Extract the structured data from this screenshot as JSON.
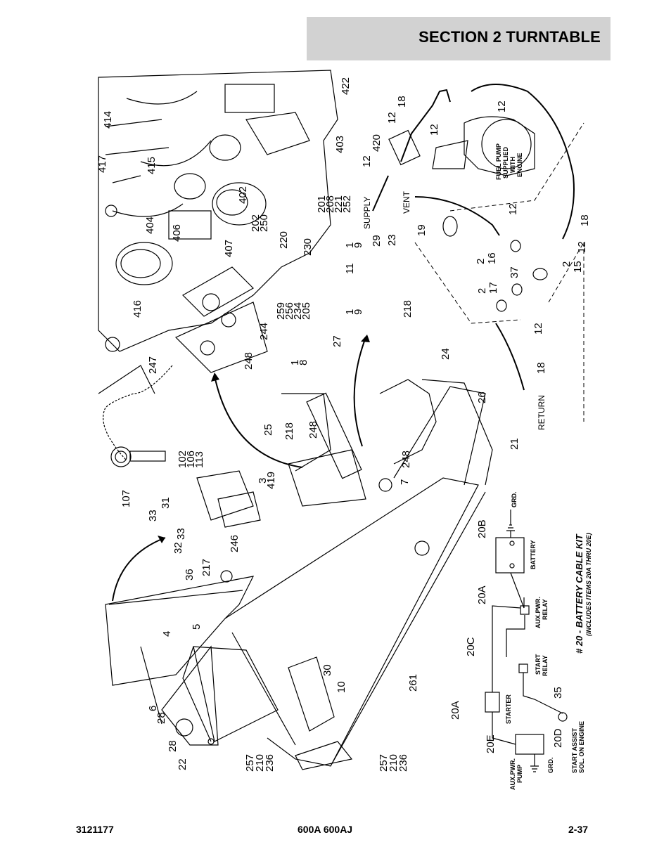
{
  "header": {
    "title": "SECTION 2   TURNTABLE"
  },
  "footer": {
    "doc_number": "3121177",
    "model": "600A 600AJ",
    "page": "2-37"
  },
  "callouts": {
    "c422": "422",
    "c414": "414",
    "c417": "417",
    "c415": "415",
    "c404": "404",
    "c406": "406",
    "c407": "407",
    "c402": "402",
    "c403": "403",
    "c201": "201",
    "c208": "208",
    "c221": "221",
    "c252": "252",
    "c202": "202",
    "c250": "250",
    "c220": "220",
    "c230": "230",
    "c416": "416",
    "c247": "247",
    "c248a": "248",
    "c244": "244",
    "c259": "259",
    "c256": "256",
    "c234": "234",
    "c205": "205",
    "c1a": "1",
    "c9a": "9",
    "c29": "29",
    "c23": "23",
    "c11": "11",
    "c1b": "1",
    "c9b": "9",
    "c218a": "218",
    "c27": "27",
    "c1c": "1",
    "c8": "8",
    "c24": "24",
    "c26": "26",
    "c25": "25",
    "c218b": "218",
    "c248b": "248",
    "c248c": "248",
    "c7": "7",
    "c21": "21",
    "c107": "107",
    "c102": "102",
    "c106": "106",
    "c113": "113",
    "c3": "3",
    "c419": "419",
    "c33a": "33",
    "c31": "31",
    "c32": "32",
    "c33b": "33",
    "c246": "246",
    "c36": "36",
    "c217": "217",
    "c5": "5",
    "c4": "4",
    "c6": "6",
    "c28a": "28",
    "c28b": "28",
    "c22": "22",
    "c30": "30",
    "c10": "10",
    "c261": "261",
    "c257a": "257",
    "c210a": "210",
    "c236a": "236",
    "c257b": "257",
    "c210b": "210",
    "c236b": "236",
    "c18a": "18",
    "c12a": "12",
    "c12b": "12",
    "c420": "420",
    "c12c": "12",
    "c12d": "12",
    "c19": "19",
    "c12e": "12",
    "c18b": "18",
    "c2a": "2",
    "c16": "16",
    "c37": "37",
    "c2b": "2",
    "c15": "15",
    "c12f": "12",
    "c2c": "2",
    "c17": "17",
    "c12g": "12",
    "c18c": "18",
    "c20a": "20A",
    "c20b": "20B",
    "c20a2": "20A",
    "c20c": "20C",
    "c20e": "20E",
    "c20d": "20D",
    "c35": "35"
  },
  "labels": {
    "supply": "SUPPLY",
    "vent": "VENT",
    "return": "RETURN",
    "fuel_pump_1": "FUEL PUMP",
    "fuel_pump_2": "SUPPLIED",
    "fuel_pump_3": "WITH",
    "fuel_pump_4": "ENGINE",
    "grd_top": "GRD.",
    "battery": "BATTERY",
    "aux_relay_1": "AUX.PWR.",
    "aux_relay_2": "RELAY",
    "start_relay_1": "START",
    "start_relay_2": "RELAY",
    "starter": "STARTER",
    "start_assist_1": "START ASSIST",
    "start_assist_2": "SOL. ON ENGINE",
    "aux_pump_1": "AUX.PWR.",
    "aux_pump_2": "PUMP",
    "grd_bottom": "GRD.",
    "kit_title": "# 20 - BATTERY CABLE KIT",
    "kit_subtitle": "(INCLUDES ITEMS 20A THRU 20E)"
  }
}
